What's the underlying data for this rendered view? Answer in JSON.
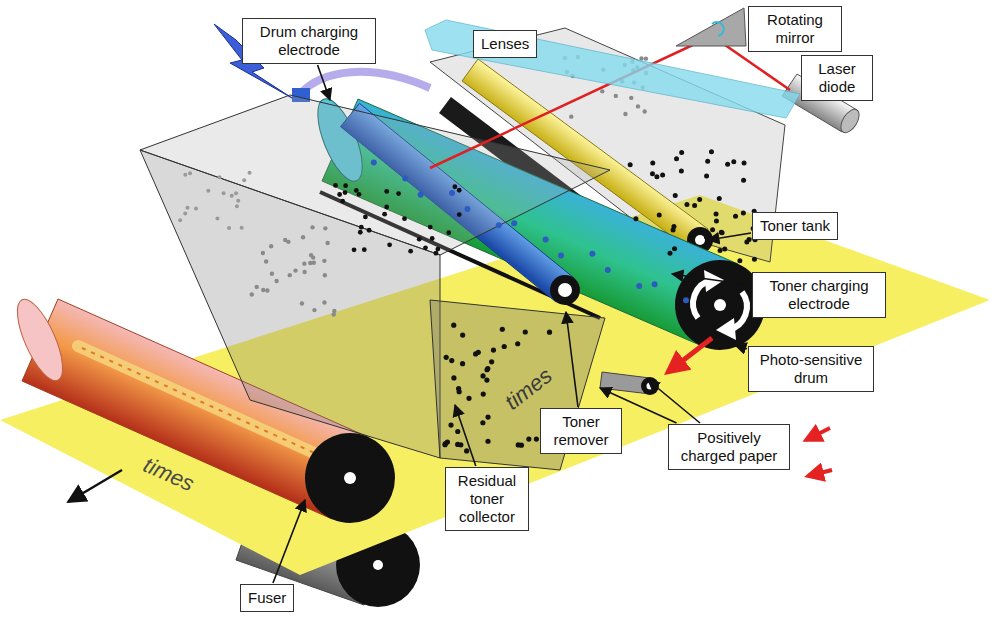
{
  "diagram": {
    "nodes": [
      {
        "text": [
          "Drum charging electrode"
        ]
      },
      {
        "text": [
          "Lenses"
        ]
      },
      {
        "text": [
          "Rotating mirror"
        ]
      },
      {
        "text": [
          "Laser diode"
        ]
      },
      {
        "text": [
          "Toner tank"
        ]
      },
      {
        "text": [
          "Toner charging electrode"
        ]
      },
      {
        "text": [
          "Photo-sensitive drum"
        ]
      },
      {
        "text": [
          "Toner remover"
        ]
      },
      {
        "text": [
          "Positively charged paper"
        ]
      },
      {
        "text": [
          "Residual toner collector"
        ]
      },
      {
        "text": [
          "Fuser"
        ]
      }
    ],
    "labels": [
      "times",
      "times"
    ]
  }
}
